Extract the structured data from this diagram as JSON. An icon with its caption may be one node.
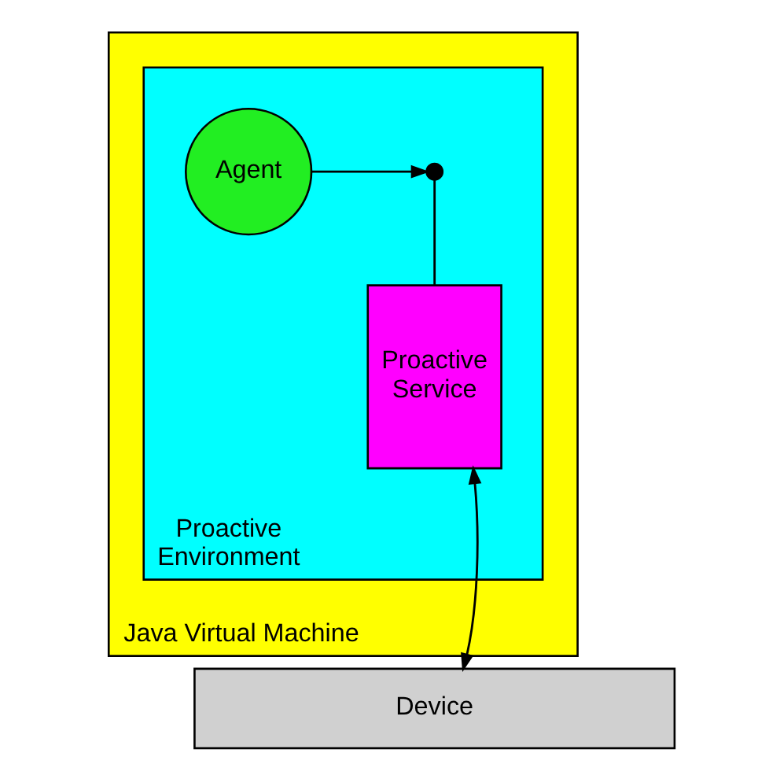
{
  "diagram": {
    "nodes": [
      {
        "text": [
          "Java Virtual Machine"
        ]
      },
      {
        "text": [
          "Proactive Environment"
        ],
        "in": 0
      },
      {
        "text": [
          "Agent"
        ],
        "in": 1
      },
      {
        "text": [],
        "shape": "circle",
        "in": 1
      },
      {
        "text": [
          "Proactive Service"
        ],
        "in": 1
      },
      {
        "text": [
          "Device"
        ]
      }
    ],
    "edges": [
      {
        "from": 2,
        "to": 3,
        "arrow": "to"
      },
      {
        "from": 3,
        "to": 4,
        "arrow": "none"
      },
      {
        "from": 5,
        "to": 4,
        "arrow": "both"
      }
    ]
  }
}
